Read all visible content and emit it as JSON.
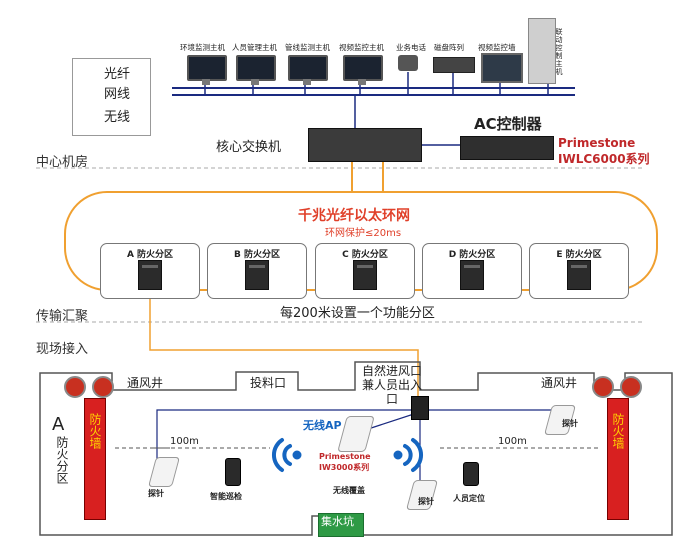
{
  "legend": {
    "fiber": "光纤",
    "network": "网线",
    "wireless": "无线",
    "fiber_color": "#f0a030",
    "network_color": "#1a2a80",
    "wireless_color": "#1565c0"
  },
  "top_devices": [
    {
      "label": "环境监测主机"
    },
    {
      "label": "人员管理主机"
    },
    {
      "label": "管线监测主机"
    },
    {
      "label": "视频监控主机"
    },
    {
      "label": "业务电话"
    },
    {
      "label": "磁盘阵列"
    },
    {
      "label": "视频监控墙"
    },
    {
      "label": "联动控制主机"
    }
  ],
  "core": {
    "switch_label": "核心交换机",
    "ac_label": "AC控制器",
    "ac_brand": "Primestone",
    "ac_model": "IWLC6000系列"
  },
  "sections": {
    "center": "中心机房",
    "transmission": "传输汇聚",
    "access": "现场接入"
  },
  "ring": {
    "title": "千兆光纤以太环网",
    "subtitle": "环网保护≤20ms",
    "note": "每200米设置一个功能分区"
  },
  "zones": [
    {
      "label": "A 防火分区"
    },
    {
      "label": "B 防火分区"
    },
    {
      "label": "C 防火分区"
    },
    {
      "label": "D 防火分区"
    },
    {
      "label": "E 防火分区"
    }
  ],
  "tunnel": {
    "vent_left": "通风井",
    "vent_right": "通风井",
    "feed_port": "投料口",
    "entrance": "自然进风口兼人员出入口",
    "zone_a_letter": "A",
    "zone_a_text": "防火分区",
    "fire_wall_left": "防火墙",
    "fire_wall_right": "防火墙",
    "sump": "集水坑",
    "wireless_ap": "无线AP",
    "ap_brand": "Primestone",
    "ap_model": "IW3000系列",
    "distance_left": "100m",
    "distance_right": "100m",
    "probe_left": "探针",
    "probe_mid": "探针",
    "probe_right": "探针",
    "smart_patrol": "智能巡检",
    "wireless_coverage": "无线覆盖",
    "personnel_location": "人员定位"
  }
}
